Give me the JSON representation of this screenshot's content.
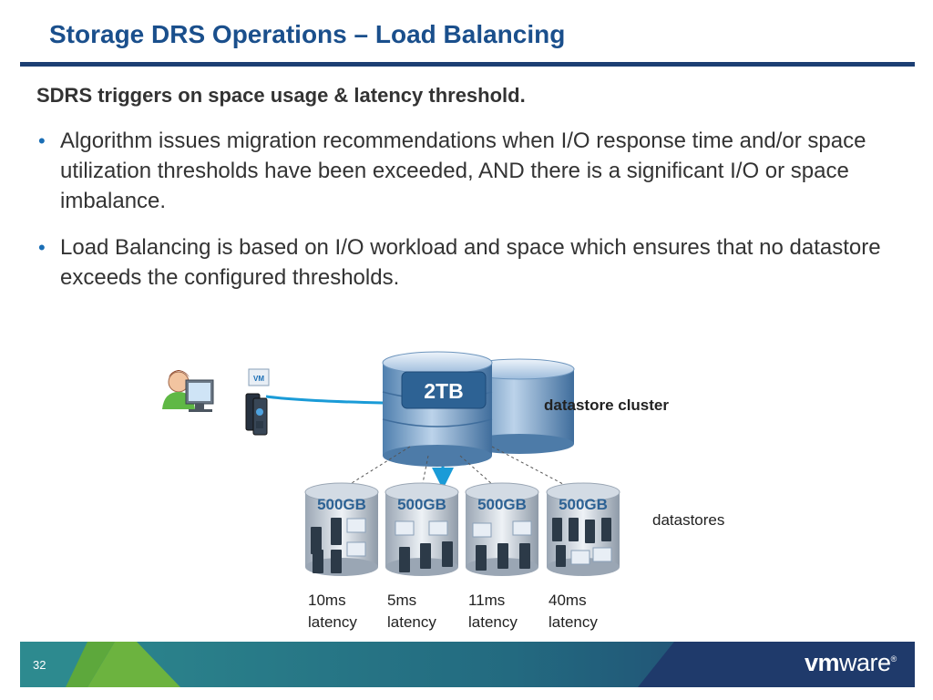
{
  "slide": {
    "title": "Storage DRS Operations – Load Balancing",
    "subheading": "SDRS triggers on space usage & latency threshold.",
    "bullets": [
      "Algorithm issues migration recommendations when I/O response time and/or space utilization thresholds have been exceeded, AND there is a significant I/O or space imbalance.",
      "Load Balancing is based on I/O workload and space which ensures that no datastore exceeds the configured thresholds."
    ],
    "bullet_marker": "•"
  },
  "diagram": {
    "cluster": {
      "capacity": "2TB",
      "label": "datastore cluster"
    },
    "datastores_label": "datastores",
    "vm_badge": "VM",
    "datastores": [
      {
        "capacity": "500GB",
        "latency_value": "10ms",
        "latency_word": "latency"
      },
      {
        "capacity": "500GB",
        "latency_value": "5ms",
        "latency_word": "latency"
      },
      {
        "capacity": "500GB",
        "latency_value": "11ms",
        "latency_word": "latency"
      },
      {
        "capacity": "500GB",
        "latency_value": "40ms",
        "latency_word": "latency"
      }
    ],
    "icons": [
      "admin-user-icon",
      "computer-monitor-icon",
      "vm-server-icon",
      "migration-arrow-icon",
      "disk-stack-icon"
    ]
  },
  "footer": {
    "page_number": "32",
    "logo_bold": "vm",
    "logo_rest": "ware",
    "logo_mark": "®"
  },
  "colors": {
    "title": "#1a4f8c",
    "rule": "#1c3f73",
    "bullet": "#1a6eb5",
    "disk_blue": "#7fa9d0",
    "arrow": "#1a9bd7",
    "footer_green": "#6cb33f",
    "footer_teal": "#2a7886",
    "footer_navy": "#1f3a6b"
  }
}
